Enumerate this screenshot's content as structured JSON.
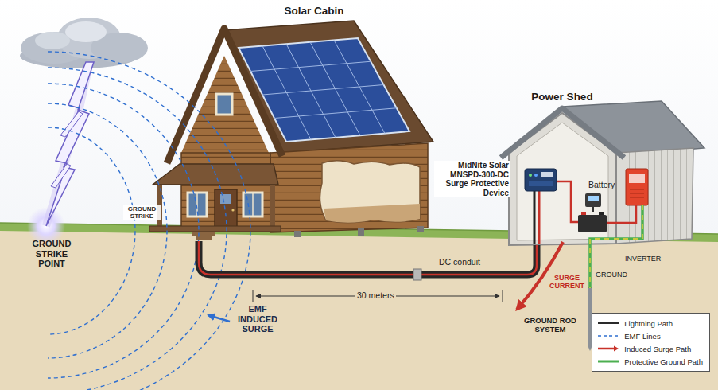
{
  "diagram": {
    "nodes": [
      {
        "text": [
          "Solar Cabin"
        ]
      },
      {
        "text": [
          "Power Shed"
        ]
      }
    ],
    "edges": [
      {
        "from": 0,
        "to": 1,
        "arrow": "none",
        "label": "DC conduit"
      }
    ],
    "labels": [
      "MidNite Solar MNSPD-300-DC Surge Protective Device",
      "Battery",
      "GROUND STRIKE",
      "GROUND STRIKE POINT",
      "30 meters",
      "SURGE CURRENT",
      "GROUND",
      "INVERTER",
      "EMF INDUCED SURGE",
      "GROUND ROD SYSTEM"
    ],
    "legend": [
      {
        "text": "Lightning Path"
      },
      {
        "text": "EMF Lines"
      },
      {
        "text": "Induced Surge Path"
      },
      {
        "text": "Protective Ground Path"
      }
    ]
  }
}
